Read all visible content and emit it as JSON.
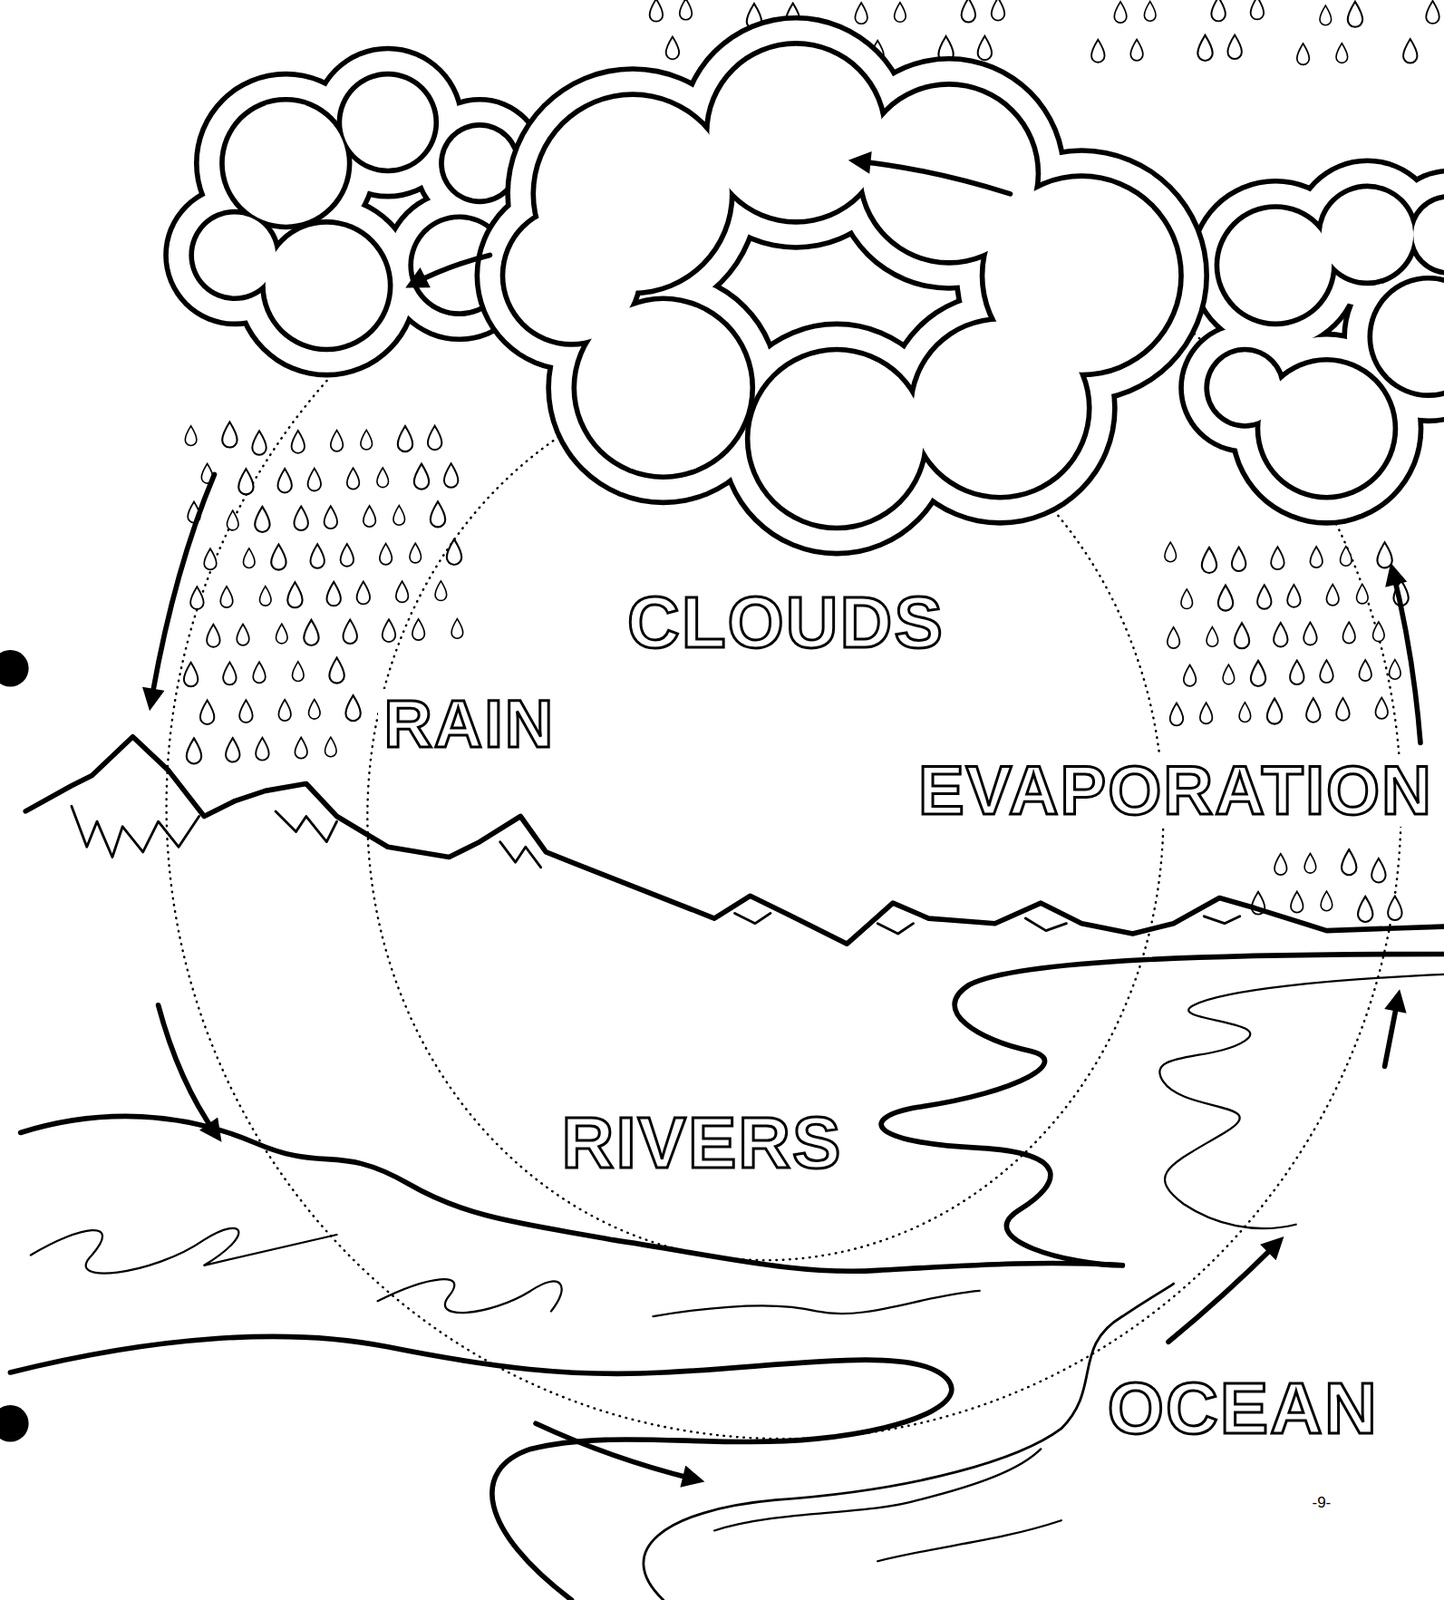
{
  "diagram": {
    "labels": [
      "CLOUDS",
      "RAIN",
      "EVAPORATION",
      "RIVERS",
      "OCEAN",
      "-9-"
    ]
  }
}
